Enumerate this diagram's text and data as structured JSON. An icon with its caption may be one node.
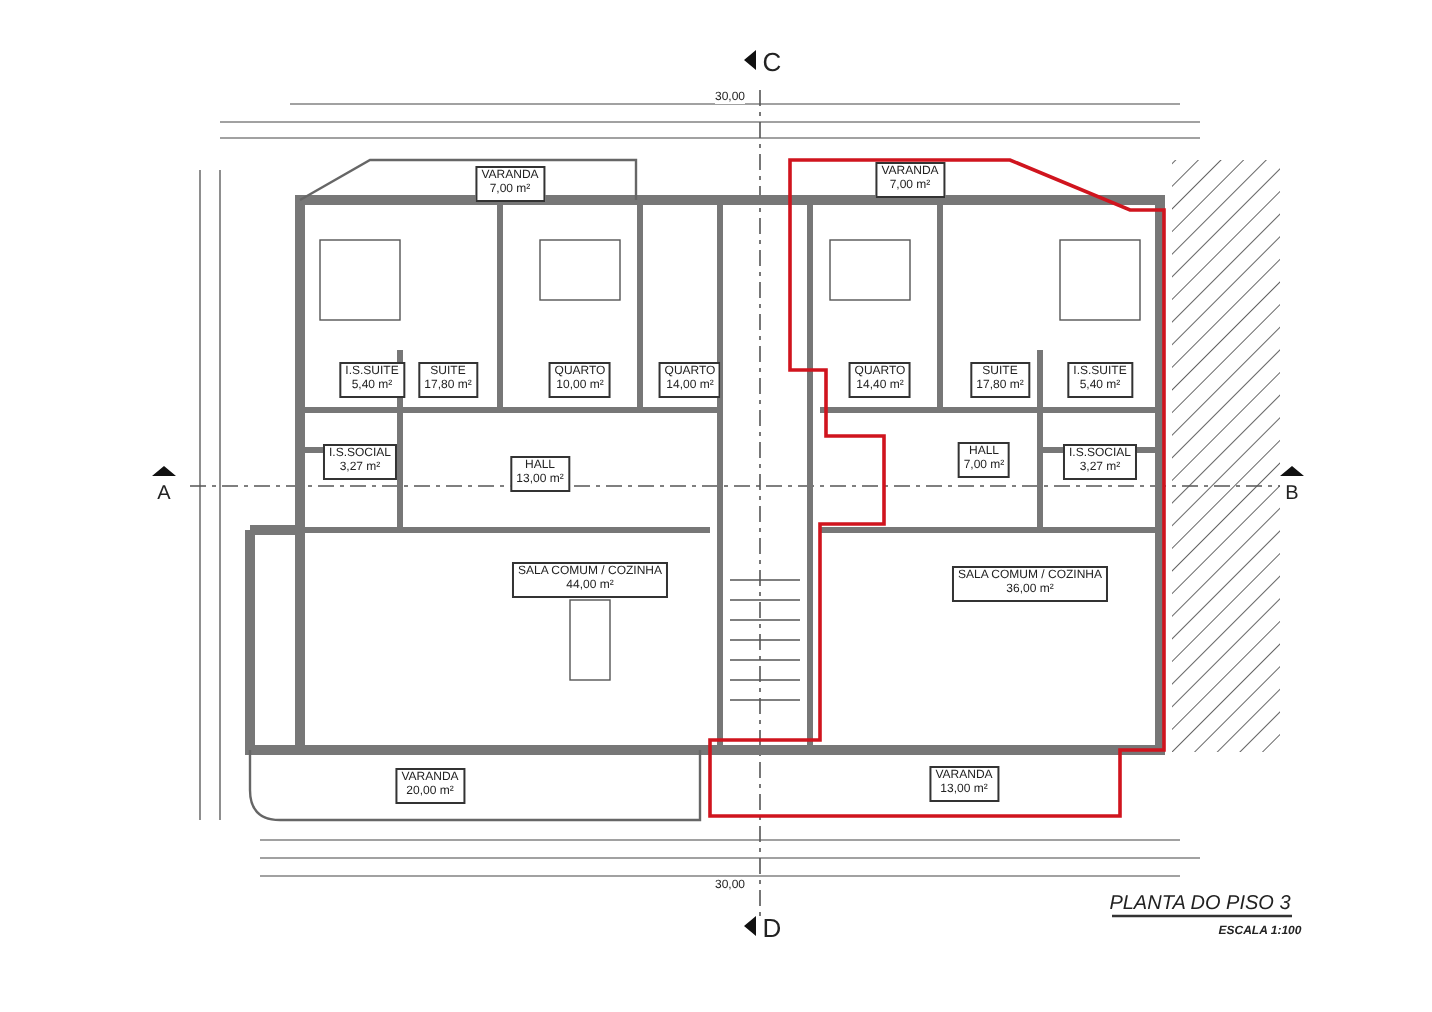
{
  "diagram": {
    "title": "PLANTA DO PISO 3",
    "nodes": [
      {
        "text": [
          "VARANDA",
          "7,00 m²"
        ]
      },
      {
        "text": [
          "I.S.SUITE",
          "5,40 m²"
        ]
      },
      {
        "text": [
          "SUITE",
          "17,80 m²"
        ]
      },
      {
        "text": [
          "QUARTO",
          "10,00 m²"
        ]
      },
      {
        "text": [
          "QUARTO",
          "14,00 m²"
        ]
      },
      {
        "text": [
          "I.S.SOCIAL",
          "3,27 m²"
        ]
      },
      {
        "text": [
          "HALL",
          "13,00 m²"
        ]
      },
      {
        "text": [
          "VARANDA",
          "7,00 m²"
        ]
      },
      {
        "text": [
          "QUARTO",
          "14,40 m²"
        ]
      },
      {
        "text": [
          "SUITE",
          "17,80 m²"
        ]
      },
      {
        "text": [
          "I.S.SUITE",
          "5,40 m²"
        ]
      },
      {
        "text": [
          "HALL",
          "7,00 m²"
        ]
      },
      {
        "text": [
          "I.S.SOCIAL",
          "3,27 m²"
        ]
      },
      {
        "text": [
          "SALA COMUM / COZINHA",
          "44,00 m²"
        ]
      },
      {
        "text": [
          "SALA COMUM / COZINHA",
          "36,00 m²"
        ]
      },
      {
        "text": [
          "VARANDA",
          "20,00 m²"
        ]
      },
      {
        "text": [
          "VARANDA",
          "13,00 m²"
        ]
      }
    ],
    "edges": [],
    "labels": [
      "C",
      "30,00",
      "A",
      "B",
      "30,00",
      "D",
      "ESCALA 1:100"
    ]
  }
}
